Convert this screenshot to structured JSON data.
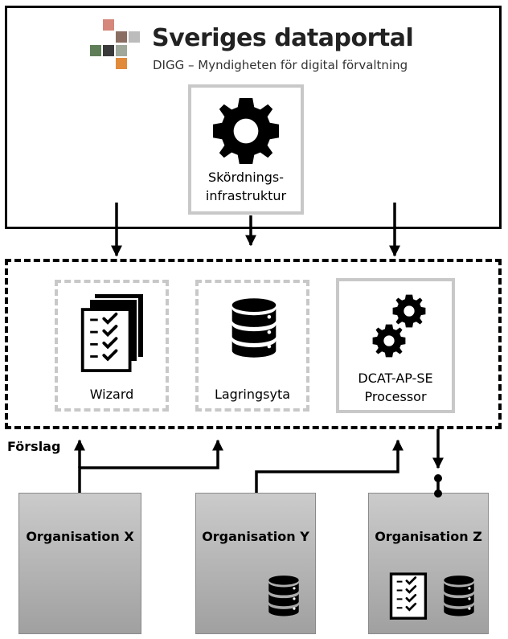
{
  "header": {
    "logo_title": "Sveriges dataportal",
    "logo_subtitle": "DIGG – Myndigheten för digital förvaltning",
    "logo_colors": [
      "#d4877a",
      "#8a6e63",
      "#bcbcbc",
      "#5f7e57",
      "#3a3a3a",
      "#9fa89a",
      "#e08a3a"
    ]
  },
  "harvest": {
    "icon": "gear-icon",
    "label_line1": "Skördnings-",
    "label_line2": "infrastruktur"
  },
  "proposal": {
    "label": "Förslag",
    "items": [
      {
        "label": "Wizard",
        "icon": "checklist-documents-icon"
      },
      {
        "label": "Lagringsyta",
        "icon": "database-icon"
      },
      {
        "label_line1": "DCAT-AP-SE",
        "label_line2": "Processor",
        "icon": "gears-icon"
      }
    ]
  },
  "organisations": [
    {
      "label": "Organisation X"
    },
    {
      "label": "Organisation Y",
      "icon": "database-icon"
    },
    {
      "label": "Organisation Z",
      "icons": [
        "checklist-icon",
        "database-icon"
      ]
    }
  ],
  "colors": {
    "box_border": "#000000",
    "inner_border": "#c8c8c8",
    "org_fill": "#b7b7b7"
  }
}
